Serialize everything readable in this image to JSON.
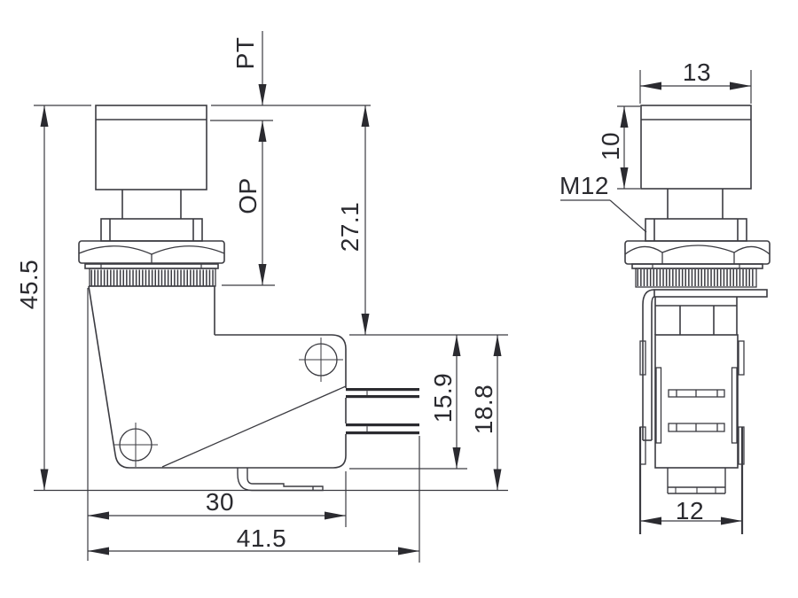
{
  "drawing": {
    "type": "engineering-dimension-drawing",
    "subject": "pushbutton microswitch, front and side views",
    "background": "#ffffff",
    "line_color": "#3b3b41",
    "text_color": "#2a2a2f",
    "views": {
      "front": {
        "name": "front view"
      },
      "side": {
        "name": "side view"
      }
    },
    "dimensions": {
      "pretravel": {
        "label": "PT"
      },
      "operating_position": {
        "label": "OP"
      },
      "cap_to_body_height": {
        "label": "27.1"
      },
      "overall_height": {
        "label": "45.5"
      },
      "body_height": {
        "label": "15.9"
      },
      "body_to_base": {
        "label": "18.8"
      },
      "body_width": {
        "label": "30"
      },
      "overall_width": {
        "label": "41.5"
      },
      "cap_width": {
        "label": "13"
      },
      "cap_height": {
        "label": "10"
      },
      "thread_size": {
        "label": "M12"
      },
      "side_body_width": {
        "label": "12"
      }
    }
  }
}
